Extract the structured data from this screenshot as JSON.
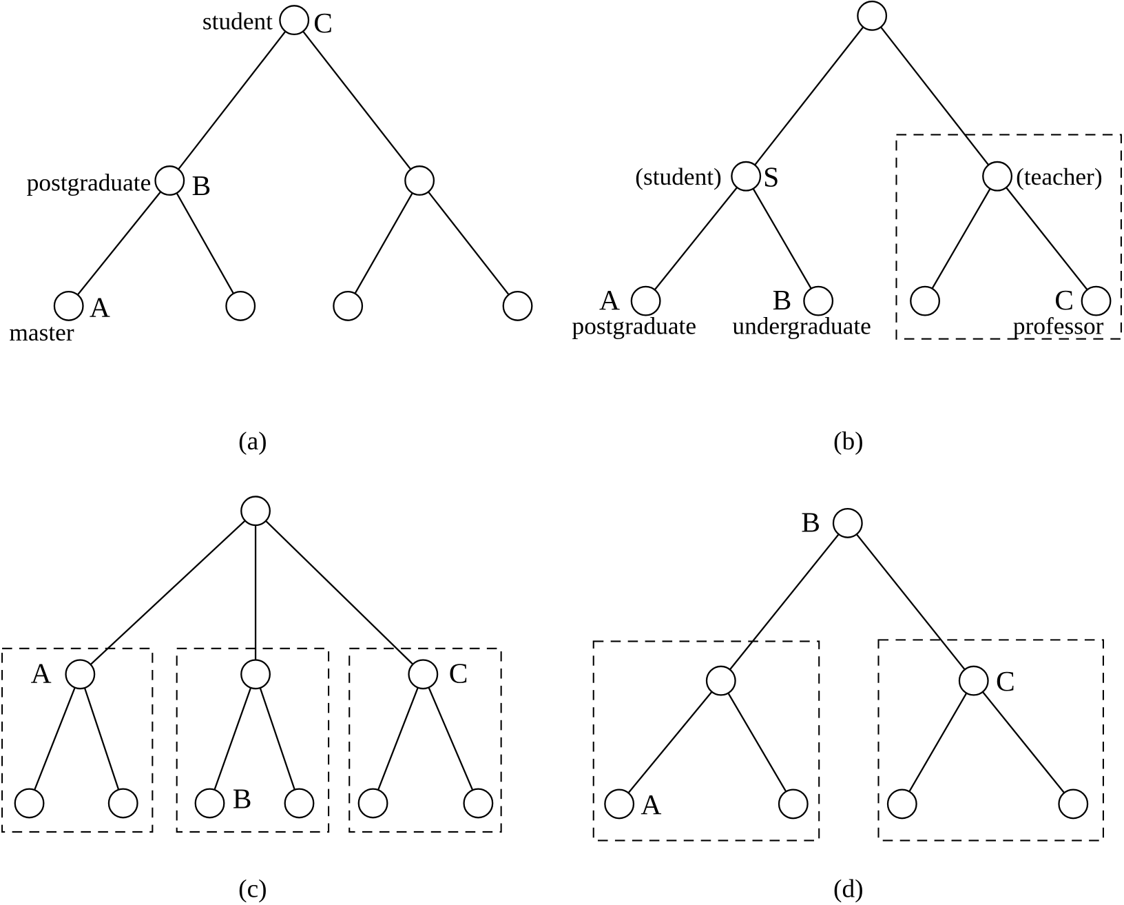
{
  "panel_a": {
    "root_label": "student",
    "root_letter": "C",
    "mid_label": "postgraduate",
    "mid_letter": "B",
    "leaf_letter": "A",
    "leaf_label": "master",
    "caption": "(a)"
  },
  "panel_b": {
    "left_label": "(student)",
    "left_letter": "S",
    "right_label": "(teacher)",
    "leaf1_letter": "A",
    "leaf1_label": "postgraduate",
    "leaf2_letter": "B",
    "leaf2_label": "undergraduate",
    "leaf4_letter": "C",
    "leaf4_label": "professor",
    "caption": "(b)"
  },
  "panel_c": {
    "left_letter": "A",
    "right_letter": "C",
    "leaf_letter": "B",
    "caption": "(c)"
  },
  "panel_d": {
    "root_letter": "B",
    "leaf_letter": "A",
    "right_letter": "C",
    "caption": "(d)"
  }
}
